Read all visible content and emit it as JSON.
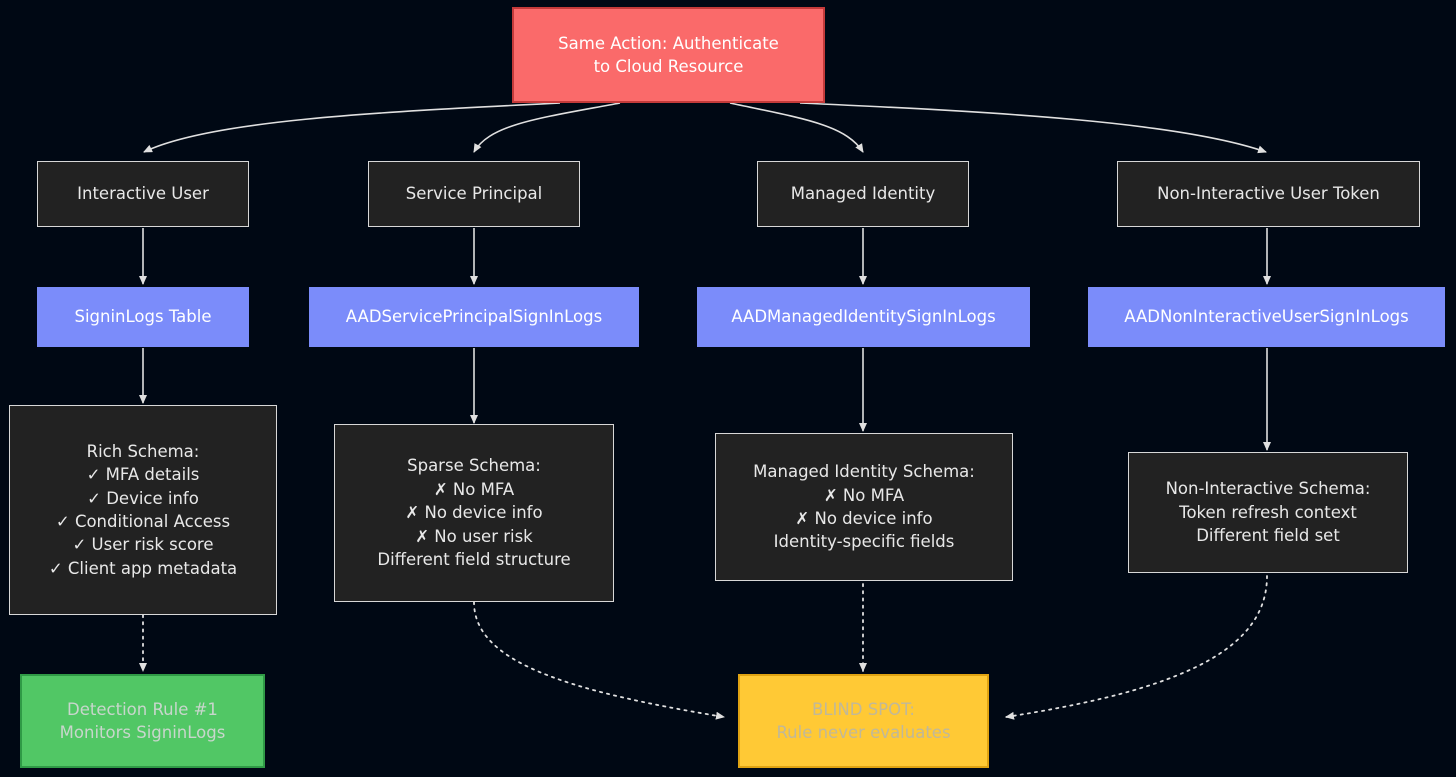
{
  "diagram": {
    "title": "Cloud authentication sign-in log schema divergence blind spot",
    "background_color": "#000814",
    "colors": {
      "root_fill": "#fa6a6a",
      "root_border": "#c43a3a",
      "actor_fill": "#222222",
      "actor_border": "#d8d8d8",
      "table_fill": "#7b8cfa",
      "schema_fill": "#222222",
      "rule_fill": "#51c765",
      "rule_border": "#2f9a46",
      "blind_fill": "#ffc935",
      "blind_border": "#e0a312",
      "edge": "#e8e8e8"
    },
    "root": {
      "id": "root",
      "lines": [
        "Same Action: Authenticate",
        "to Cloud Resource"
      ]
    },
    "actors": [
      {
        "id": "actor-interactive-user",
        "lines": [
          "Interactive User"
        ]
      },
      {
        "id": "actor-service-principal",
        "lines": [
          "Service Principal"
        ]
      },
      {
        "id": "actor-managed-identity",
        "lines": [
          "Managed Identity"
        ]
      },
      {
        "id": "actor-non-interactive-user-token",
        "lines": [
          "Non-Interactive User Token"
        ]
      }
    ],
    "tables": [
      {
        "id": "table-signinlogs",
        "lines": [
          "SigninLogs Table"
        ]
      },
      {
        "id": "table-aadserviceprincipalsigninlogs",
        "lines": [
          "AADServicePrincipalSignInLogs"
        ]
      },
      {
        "id": "table-aadmanagedidentitysigninlogs",
        "lines": [
          "AADManagedIdentitySignInLogs"
        ]
      },
      {
        "id": "table-aadnoninteractiveusersigninlogs",
        "lines": [
          "AADNonInteractiveUserSignInLogs"
        ]
      }
    ],
    "schemas": [
      {
        "id": "schema-rich",
        "lines": [
          "Rich Schema:",
          "✓ MFA details",
          "✓ Device info",
          "✓ Conditional Access",
          "✓ User risk score",
          "✓ Client app metadata"
        ]
      },
      {
        "id": "schema-sparse",
        "lines": [
          "Sparse Schema:",
          "✗ No MFA",
          "✗ No device info",
          "✗ No user risk",
          "Different field structure"
        ]
      },
      {
        "id": "schema-managed-identity",
        "lines": [
          "Managed Identity Schema:",
          "✗ No MFA",
          "✗ No device info",
          "Identity-specific fields"
        ]
      },
      {
        "id": "schema-non-interactive",
        "lines": [
          "Non-Interactive Schema:",
          "Token refresh context",
          "Different field set"
        ]
      }
    ],
    "outcomes": [
      {
        "id": "outcome-detection-rule",
        "lines": [
          "Detection Rule #1",
          "Monitors SigninLogs"
        ]
      },
      {
        "id": "outcome-blind-spot",
        "lines": [
          "BLIND SPOT:",
          "Rule never evaluates"
        ]
      }
    ]
  }
}
